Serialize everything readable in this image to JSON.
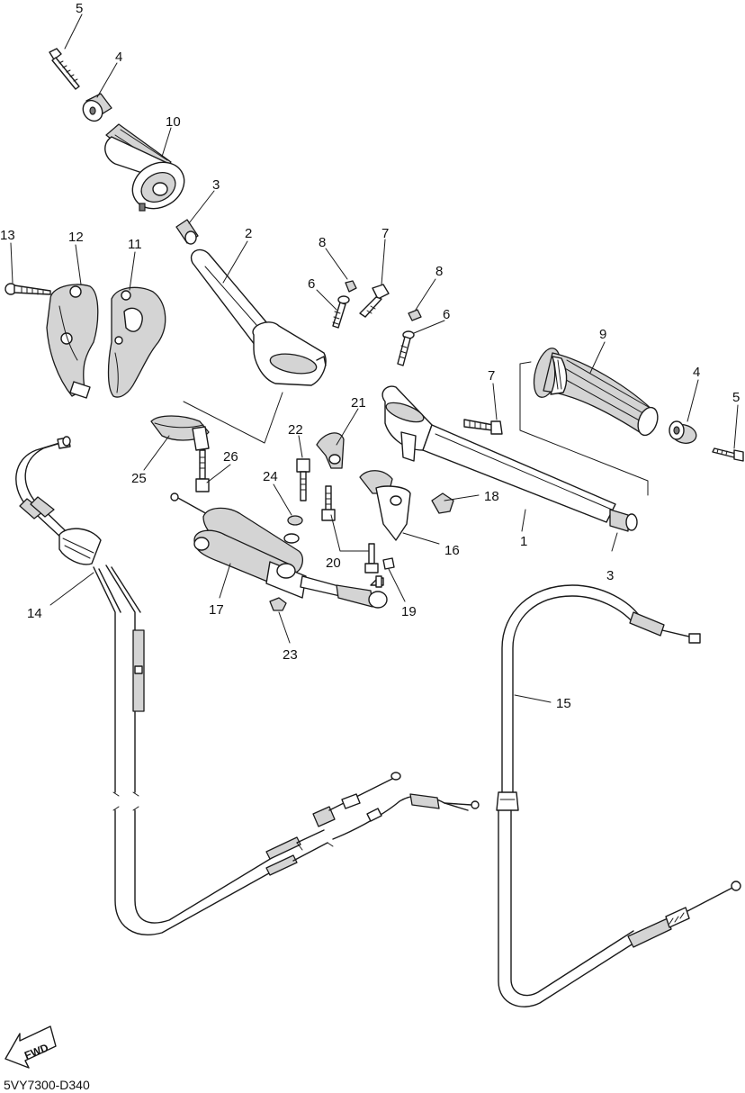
{
  "diagram": {
    "callouts": [
      {
        "id": "c5a",
        "text": "5"
      },
      {
        "id": "c4a",
        "text": "4"
      },
      {
        "id": "c10",
        "text": "10"
      },
      {
        "id": "c3a",
        "text": "3"
      },
      {
        "id": "c2",
        "text": "2"
      },
      {
        "id": "c8a",
        "text": "8"
      },
      {
        "id": "c7a",
        "text": "7"
      },
      {
        "id": "c6a",
        "text": "6"
      },
      {
        "id": "c8b",
        "text": "8"
      },
      {
        "id": "c6b",
        "text": "6"
      },
      {
        "id": "c13",
        "text": "13"
      },
      {
        "id": "c12",
        "text": "12"
      },
      {
        "id": "c11",
        "text": "11"
      },
      {
        "id": "c9",
        "text": "9"
      },
      {
        "id": "c7b",
        "text": "7"
      },
      {
        "id": "c4b",
        "text": "4"
      },
      {
        "id": "c5b",
        "text": "5"
      },
      {
        "id": "c21",
        "text": "21"
      },
      {
        "id": "c22",
        "text": "22"
      },
      {
        "id": "c26",
        "text": "26"
      },
      {
        "id": "c25",
        "text": "25"
      },
      {
        "id": "c24",
        "text": "24"
      },
      {
        "id": "c18",
        "text": "18"
      },
      {
        "id": "c1",
        "text": "1"
      },
      {
        "id": "c16",
        "text": "16"
      },
      {
        "id": "c20",
        "text": "20"
      },
      {
        "id": "c3b",
        "text": "3"
      },
      {
        "id": "c19",
        "text": "19"
      },
      {
        "id": "c17",
        "text": "17"
      },
      {
        "id": "c14",
        "text": "14"
      },
      {
        "id": "c23",
        "text": "23"
      },
      {
        "id": "c15",
        "text": "15"
      }
    ],
    "fwd_label": "FWD",
    "diagram_code": "5VY7300-D340"
  }
}
